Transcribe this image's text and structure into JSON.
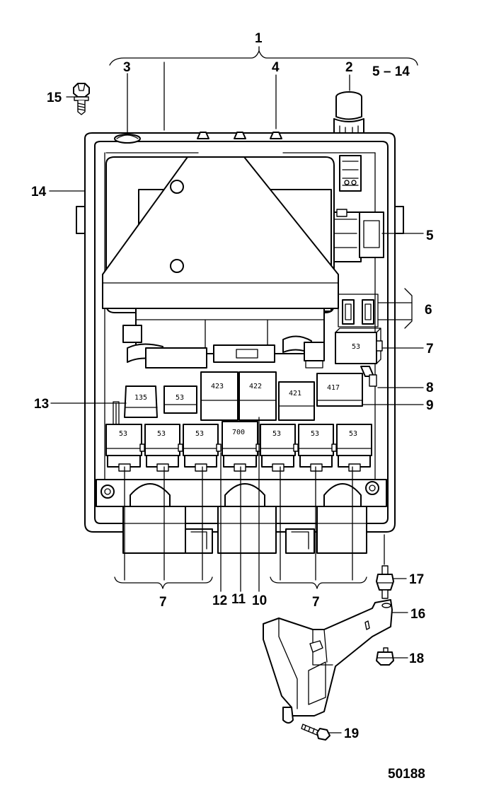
{
  "figure_number": "50188",
  "callouts": {
    "c1": "1",
    "c2": "2",
    "c3": "3",
    "c4": "4",
    "c5_14": "5 – 14",
    "c15": "15",
    "c14": "14",
    "c5": "5",
    "c6": "6",
    "c7_right": "7",
    "c8": "8",
    "c9": "9",
    "c13": "13",
    "c17": "17",
    "c16": "16",
    "c18": "18",
    "c19": "19",
    "c7_bl": "7",
    "c12": "12",
    "c11": "11",
    "c10": "10",
    "c7_br": "7"
  },
  "relay_labels": {
    "side": "53",
    "r135": "135",
    "r53_upper": "53",
    "r423": "423",
    "r422": "422",
    "r421": "421",
    "r417": "417",
    "b1": "53",
    "b2": "53",
    "b3": "53",
    "b4": "700",
    "b5": "53",
    "b6": "53",
    "b7": "53"
  }
}
